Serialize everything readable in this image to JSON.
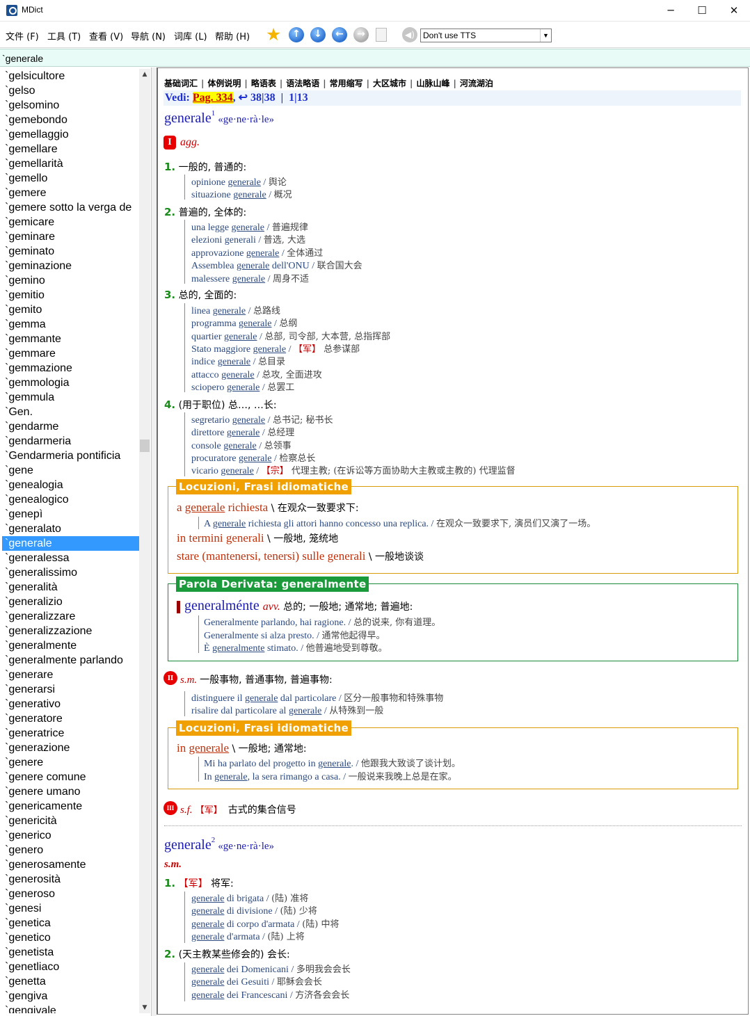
{
  "window": {
    "title": "MDict",
    "minimize": "─",
    "maximize": "☐",
    "close": "✕"
  },
  "menu": [
    {
      "label": "文件 (F)"
    },
    {
      "label": "工具 (T)"
    },
    {
      "label": "查看 (V)"
    },
    {
      "label": "导航 (N)"
    },
    {
      "label": "词库 (L)"
    },
    {
      "label": "帮助 (H)"
    }
  ],
  "toolbar": {
    "tts_value": "Don't use TTS",
    "icons": [
      "star-icon",
      "arrow-up-icon",
      "arrow-down-icon",
      "arrow-back-icon",
      "arrow-forward-icon",
      "clipboard-icon",
      "speaker-icon"
    ]
  },
  "search": {
    "value": "`generale"
  },
  "wordlist": {
    "selected": "`generale",
    "items": [
      "`gelsicultore",
      "`gelso",
      "`gelsomino",
      "`gemebondo",
      "`gemellaggio",
      "`gemellare",
      "`gemellarità",
      "`gemello",
      "`gemere",
      "`gemere sotto la verga de",
      "`gemicare",
      "`geminare",
      "`geminato",
      "`geminazione",
      "`gemino",
      "`gemitio",
      "`gemito",
      "`gemma",
      "`gemmante",
      "`gemmare",
      "`gemmazione",
      "`gemmologia",
      "`gemmula",
      "`Gen.",
      "`gendarme",
      "`gendarmeria",
      "`Gendarmeria pontificia",
      "`gene",
      "`genealogia",
      "`genealogico",
      "`genepì",
      "`generalato",
      "`generale",
      "`generalessa",
      "`generalissimo",
      "`generalità",
      "`generalizio",
      "`generalizzare",
      "`generalizzazione",
      "`generalmente",
      "`generalmente parlando",
      "`generare",
      "`generarsi",
      "`generativo",
      "`generatore",
      "`generatrice",
      "`generazione",
      "`genere",
      "`genere comune",
      "`genere umano",
      "`genericamente",
      "`genericità",
      "`generico",
      "`genero",
      "`generosamente",
      "`generosità",
      "`generoso",
      "`genesi",
      "`genetica",
      "`genetico",
      "`genetista",
      "`genetliaco",
      "`genetta",
      "`gengiva",
      "`gengivale"
    ]
  },
  "entry": {
    "nav_links": [
      "基础词汇",
      "体例说明",
      "略语表",
      "语法略语",
      "常用缩写",
      "大区城市",
      "山脉山峰",
      "河流湖泊"
    ],
    "vedi": {
      "label": "Vedi:",
      "page": "Pag. 334",
      "rest": ", ↩ 38|38  |  1|13"
    },
    "hw1": {
      "word": "generale",
      "sup": "1",
      "pron": "«ge·ne·rà·le»"
    },
    "sec1": {
      "badge": "I",
      "pos": "agg."
    },
    "senses1": [
      {
        "num": "1.",
        "def": "一般的, 普通的:"
      },
      {
        "num": "2.",
        "def": "普遍的, 全体的:"
      },
      {
        "num": "3.",
        "def": "总的, 全面的:"
      },
      {
        "num": "4.",
        "def": "(用于职位) 总…, …长:"
      }
    ],
    "ex1": [
      [
        "opinione ",
        "generale",
        "",
        " / ",
        "舆论"
      ],
      [
        "situazione ",
        "generale",
        "",
        " / ",
        "概况"
      ],
      [
        "una legge ",
        "generale",
        "",
        " / ",
        "普遍规律"
      ],
      [
        "elezioni generali",
        "",
        "",
        " / ",
        "普选, 大选"
      ],
      [
        "approvazione ",
        "generale",
        "",
        " / ",
        "全体通过"
      ],
      [
        "Assemblea ",
        "generale",
        " dell'ONU",
        " / ",
        "联合国大会"
      ],
      [
        "malessere ",
        "generale",
        "",
        " / ",
        "周身不适"
      ],
      [
        "linea ",
        "generale",
        "",
        " / ",
        "总路线"
      ],
      [
        "programma ",
        "generale",
        "",
        " / ",
        "总纲"
      ],
      [
        "quartier ",
        "generale",
        "",
        " / ",
        "总部, 司令部, 大本营, 总指挥部"
      ],
      [
        "Stato maggiore ",
        "generale",
        "",
        " / ",
        "总参谋部"
      ],
      [
        "indice ",
        "generale",
        "",
        " / ",
        "总目录"
      ],
      [
        "attacco ",
        "generale",
        "",
        " / ",
        "总攻, 全面进攻"
      ],
      [
        "sciopero ",
        "generale",
        "",
        " / ",
        "总罢工"
      ],
      [
        "segretario ",
        "generale",
        "",
        " / ",
        "总书记; 秘书长"
      ],
      [
        "direttore ",
        "generale",
        "",
        " / ",
        "总经理"
      ],
      [
        "console ",
        "generale",
        "",
        " / ",
        "总领事"
      ],
      [
        "procuratore ",
        "generale",
        "",
        " / ",
        "检察总长"
      ],
      [
        "vicario ",
        "generale",
        "",
        " / ",
        "代理主教; (在诉讼等方面协助大主教或主教的) 代理监督"
      ]
    ],
    "mil_tag": "【军】",
    "rel_tag": "【宗】",
    "loc_head": "Locuzioni, Frasi idiomatiche",
    "loc1": [
      {
        "pre": "a ",
        "u": "generale",
        "post": " richiesta",
        "zh": "在观众一致要求下:"
      },
      {
        "pre": "in termini generali",
        "u": "",
        "post": "",
        "zh": "一般地, 笼统地"
      },
      {
        "pre": "stare (mantenersi, tenersi) sulle generali",
        "u": "",
        "post": "",
        "zh": "一般地谈谈"
      }
    ],
    "loc1_ex": {
      "pre": "A ",
      "u": "generale",
      "post": " richiesta gli attori hanno concesso una replica.",
      "zh": "在观众一致要求下, 演员们又演了一场。"
    },
    "der_head": "Parola Derivata: generalmente",
    "der": {
      "word": "generalménte",
      "pos": "avv.",
      "zh": "总的; 一般地; 通常地; 普遍地:"
    },
    "der_ex": [
      {
        "text": "Generalmente parlando, hai ragione.",
        "zh": "总的说来, 你有道理。"
      },
      {
        "text": "Generalmente si alza presto.",
        "zh": "通常他起得早。"
      },
      {
        "pre": "È ",
        "u": "generalmente",
        "text": " stimato.",
        "zh": "他普遍地受到尊敬。"
      }
    ],
    "sec2": {
      "badge": "II",
      "pos": "s.m.",
      "def": "一般事物, 普通事物, 普遍事物:"
    },
    "ex2": [
      [
        "distinguere il ",
        "generale",
        " dal particolare",
        " / ",
        "区分一般事物和特殊事物"
      ],
      [
        "risalire dal particolare al ",
        "generale",
        "",
        " / ",
        "从特殊到一般"
      ]
    ],
    "loc2": {
      "pre": "in ",
      "u": "generale",
      "zh": "一般地; 通常地:"
    },
    "loc2_ex": [
      {
        "pre": "Mi ha parlato del progetto in ",
        "u": "generale",
        "post": ".",
        "zh": "他跟我大致谈了谈计划。"
      },
      {
        "pre": "In ",
        "u": "generale",
        "post": ", la sera rimango a casa.",
        "zh": "一般说来我晚上总是在家。"
      }
    ],
    "sec3": {
      "badge": "III",
      "pos": "s.f.",
      "def": "古式的集合信号"
    },
    "hw2": {
      "word": "generale",
      "sup": "2",
      "pron": "«ge·ne·rà·le»",
      "pos": "s.m."
    },
    "senses2": [
      {
        "num": "1.",
        "def": "将军:"
      },
      {
        "num": "2.",
        "def": "(天主教某些修会的) 会长:"
      }
    ],
    "ex3": [
      [
        "",
        "generale",
        " di brigata",
        " / ",
        "(陆) 准将"
      ],
      [
        "",
        "generale",
        " di divisione",
        " / ",
        "(陆) 少将"
      ],
      [
        "",
        "generale",
        " di corpo d'armata",
        " / ",
        "(陆) 中将"
      ],
      [
        "",
        "generale",
        " d'armata",
        " / ",
        "(陆) 上将"
      ],
      [
        "",
        "generale",
        " dei Domenicani",
        " / ",
        "多明我会会长"
      ],
      [
        "",
        "generale",
        " dei Gesuiti",
        " / ",
        "耶稣会会长"
      ],
      [
        "",
        "generale",
        " dei Francescani",
        " / ",
        "方济各会会长"
      ]
    ]
  }
}
